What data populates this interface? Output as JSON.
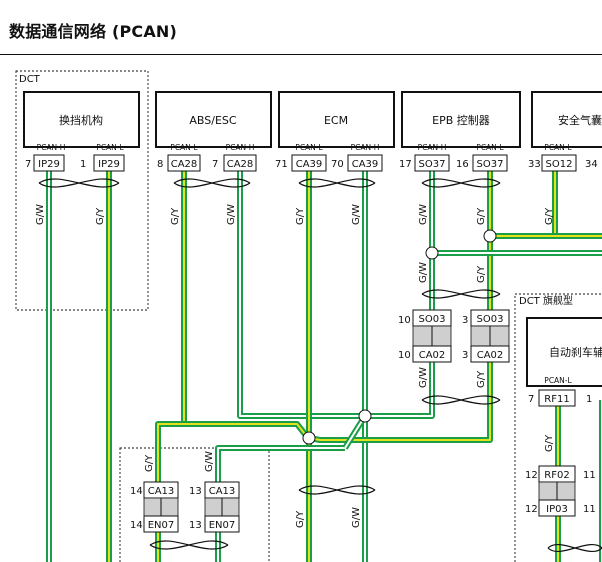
{
  "title": "数据通信网络 (PCAN)",
  "groups": {
    "dct_top": "DCT",
    "dct_flagship": "DCT 旗舰型"
  },
  "modules": {
    "tcu": "换挡机构",
    "abs": "ABS/ESC",
    "ecm": "ECM",
    "epb": "EPB 控制器",
    "airbag": "安全气囊",
    "aeb": "自动刹车辅"
  },
  "pin_labels": {
    "pcan_h": "PCAN-H",
    "pcan_l": "PCAN-L"
  },
  "connectors": {
    "tcu_h_pin": "7",
    "tcu_h_name": "IP29",
    "tcu_l_pin": "1",
    "tcu_l_name": "IP29",
    "abs_l_pin": "8",
    "abs_l_name": "CA28",
    "abs_h_pin": "7",
    "abs_h_name": "CA28",
    "ecm_l_pin": "71",
    "ecm_l_name": "CA39",
    "ecm_h_pin": "70",
    "ecm_h_name": "CA39",
    "epb_h_pin": "17",
    "epb_h_name": "SO37",
    "epb_l_pin": "16",
    "epb_l_name": "SO37",
    "airbag_l_pin": "33",
    "airbag_l_name": "SO12",
    "airbag_h_pin": "34",
    "so03a_pin": "10",
    "so03a_name": "SO03",
    "so03b_pin": "3",
    "so03b_name": "SO03",
    "ca02a_pin": "10",
    "ca02a_name": "CA02",
    "ca02b_pin": "3",
    "ca02b_name": "CA02",
    "ca13a_pin": "14",
    "ca13a_name": "CA13",
    "ca13b_pin": "13",
    "ca13b_name": "CA13",
    "en07a_pin": "14",
    "en07a_name": "EN07",
    "en07b_pin": "13",
    "en07b_name": "EN07",
    "rf11_pin": "7",
    "rf11_name": "RF11",
    "rf11_next_pin": "1",
    "rf02_pin": "12",
    "rf02_name": "RF02",
    "rf02_next_pin": "11",
    "ip03_pin": "12",
    "ip03_name": "IP03",
    "ip03_next_pin": "11"
  },
  "wires": {
    "gw": "G/W",
    "gy": "G/Y"
  },
  "colors": {
    "green": "#1a9e4a",
    "yellow": "#e6e21a",
    "white": "#ffffff",
    "splice_fill": "#ffffff",
    "connector_gray": "#cfcfcf"
  }
}
